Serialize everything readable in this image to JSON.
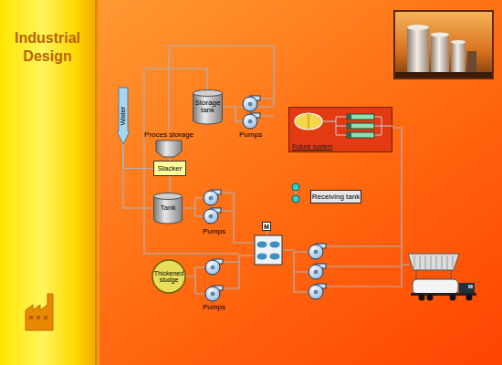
{
  "diagram": {
    "title": "Industrial Design",
    "nodes": [
      {
        "text": [
          "Storage tank"
        ]
      },
      {
        "text": [
          "Water"
        ]
      },
      {
        "text": [
          "Future system"
        ]
      },
      {
        "text": [
          "Proces storage"
        ]
      },
      {
        "text": [
          "Slacker"
        ]
      },
      {
        "text": [
          "Receiving tank"
        ]
      },
      {
        "text": [
          "Tank"
        ]
      },
      {
        "text": [
          "M"
        ]
      },
      {
        "text": [
          "Thickened sludge"
        ]
      }
    ],
    "edges": [
      {
        "from": 1,
        "to": 4,
        "arrow": "none"
      },
      {
        "from": 1,
        "to": 6,
        "arrow": "none"
      },
      {
        "from": 3,
        "to": 4,
        "arrow": "none"
      },
      {
        "from": 4,
        "to": 6,
        "arrow": "none"
      },
      {
        "from": 0,
        "to": 3,
        "arrow": "none"
      }
    ],
    "labels": [
      "Pumps",
      "Pumps",
      "Pumps"
    ]
  }
}
